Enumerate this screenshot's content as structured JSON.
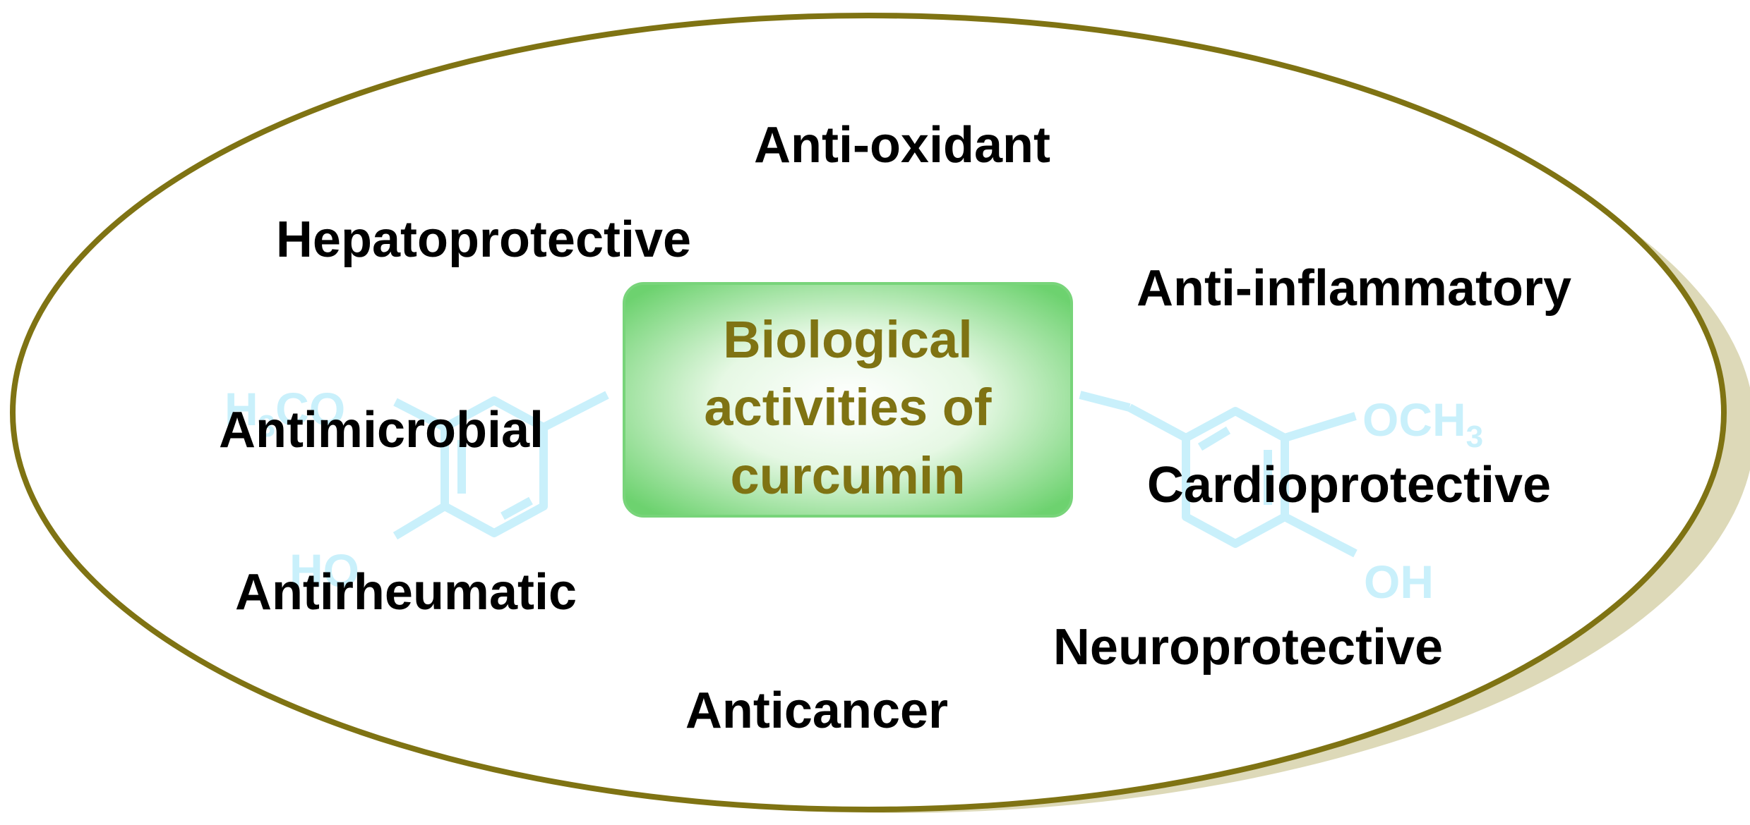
{
  "colors": {
    "ellipse_stroke": "#7f7313",
    "ellipse_shadow": "#ddd9b8",
    "ellipse_fill": "#ffffff",
    "center_text": "#7f7313",
    "center_box_fill": "#c4f0c1",
    "center_box_stroke": "#78d47a",
    "activity_text": "#000000",
    "watermark": "#c9f0fb"
  },
  "center": {
    "lines": [
      "Biological",
      "activities of",
      "curcumin"
    ]
  },
  "activities": [
    "Anti-oxidant",
    "Hepatoprotective",
    "Anti-inflammatory",
    "Antimicrobial",
    "Cardioprotective",
    "Antirheumatic",
    "Neuroprotective",
    "Anticancer"
  ],
  "watermark": {
    "left_top_label": "H",
    "left_top_sub": "3",
    "left_top_label2": "CO",
    "left_bottom_label": "HO",
    "right_top_label": "OCH",
    "right_top_sub": "3",
    "right_bottom_label": "OH"
  }
}
